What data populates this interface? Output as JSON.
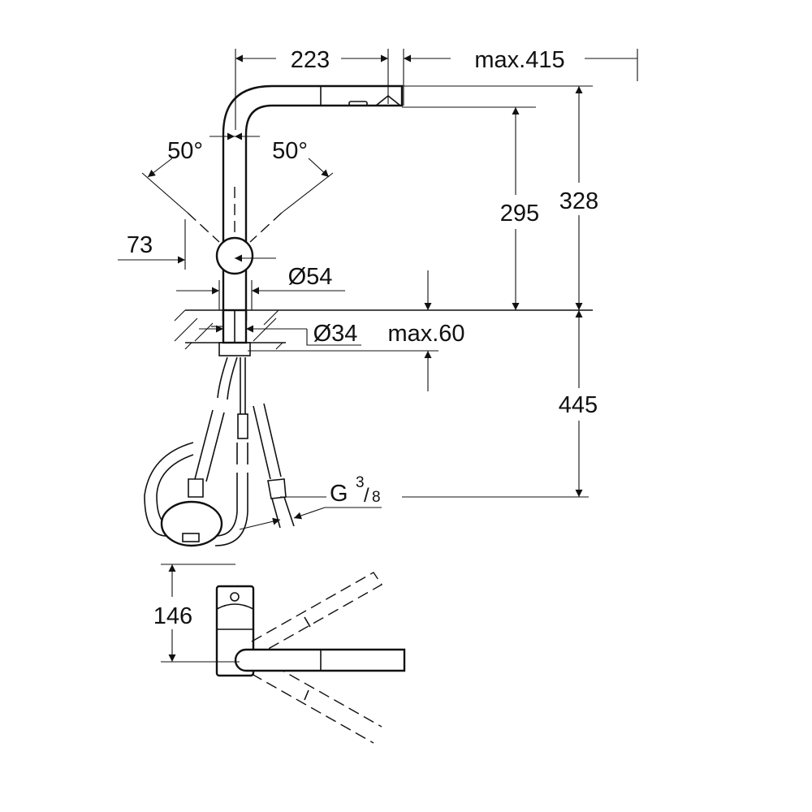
{
  "drawing": {
    "dimensions": {
      "spout_reach": "223",
      "max_pullout": "max.415",
      "angle_left": "50°",
      "angle_right": "50°",
      "handle_offset": "73",
      "body_diameter": "Ø54",
      "hole_diameter": "Ø34",
      "max_counter_thickness": "max.60",
      "spout_outlet_height": "295",
      "total_height": "328",
      "below_counter": "445",
      "connection_G": "G",
      "connection_num": "3",
      "connection_den": "8",
      "top_view_depth": "146"
    }
  }
}
